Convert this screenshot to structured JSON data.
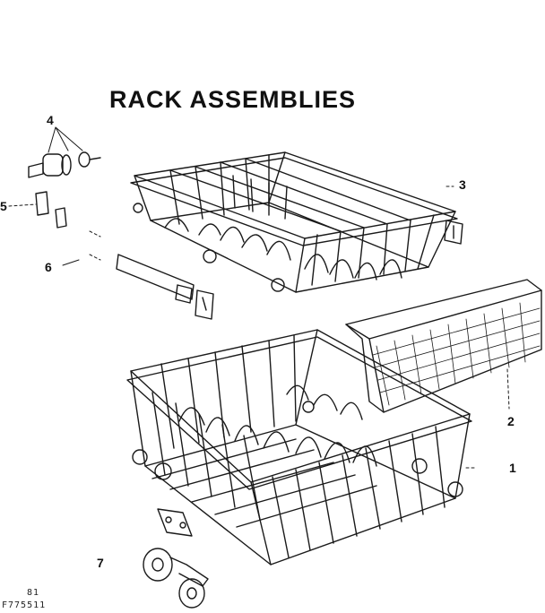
{
  "title": "RACK ASSEMBLIES",
  "callouts": {
    "c1": "1",
    "c2": "2",
    "c3": "3",
    "c4": "4",
    "c5": "5",
    "c6": "6",
    "c7": "7"
  },
  "footer": {
    "line1": "81",
    "line2": "F775511"
  }
}
